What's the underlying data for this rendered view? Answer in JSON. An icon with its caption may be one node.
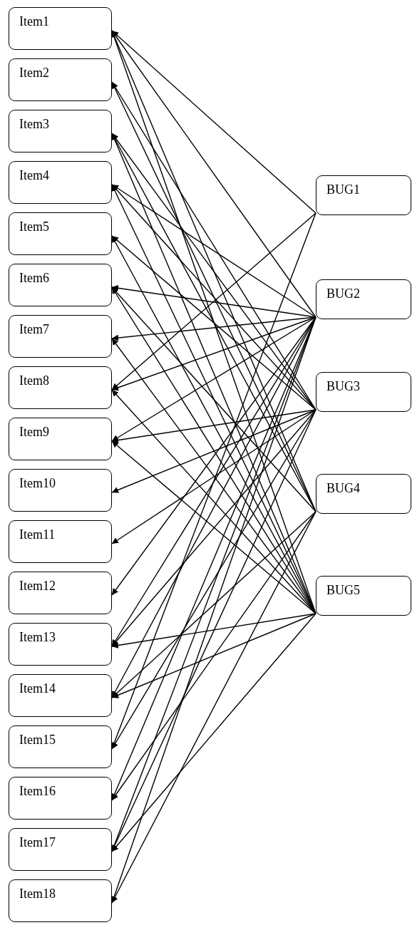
{
  "diagram": {
    "nodes": [
      {
        "text": [
          "Item1"
        ]
      },
      {
        "text": [
          "Item2"
        ]
      },
      {
        "text": [
          "Item3"
        ]
      },
      {
        "text": [
          "Item4"
        ]
      },
      {
        "text": [
          "Item5"
        ]
      },
      {
        "text": [
          "Item6"
        ]
      },
      {
        "text": [
          "Item7"
        ]
      },
      {
        "text": [
          "Item8"
        ]
      },
      {
        "text": [
          "Item9"
        ]
      },
      {
        "text": [
          "Item10"
        ]
      },
      {
        "text": [
          "Item11"
        ]
      },
      {
        "text": [
          "Item12"
        ]
      },
      {
        "text": [
          "Item13"
        ]
      },
      {
        "text": [
          "Item14"
        ]
      },
      {
        "text": [
          "Item15"
        ]
      },
      {
        "text": [
          "Item16"
        ]
      },
      {
        "text": [
          "Item17"
        ]
      },
      {
        "text": [
          "Item18"
        ]
      },
      {
        "text": [
          "BUG1"
        ]
      },
      {
        "text": [
          "BUG2"
        ]
      },
      {
        "text": [
          "BUG3"
        ]
      },
      {
        "text": [
          "BUG4"
        ]
      },
      {
        "text": [
          "BUG5"
        ]
      }
    ],
    "edges": [
      {
        "from": 18,
        "to": 0,
        "arrow": "to"
      },
      {
        "from": 19,
        "to": 0,
        "arrow": "to"
      },
      {
        "from": 21,
        "to": 0,
        "arrow": "to"
      },
      {
        "from": 22,
        "to": 0,
        "arrow": "to"
      },
      {
        "from": 20,
        "to": 1,
        "arrow": "to"
      },
      {
        "from": 21,
        "to": 1,
        "arrow": "to"
      },
      {
        "from": 20,
        "to": 2,
        "arrow": "to"
      },
      {
        "from": 21,
        "to": 2,
        "arrow": "to"
      },
      {
        "from": 22,
        "to": 2,
        "arrow": "to"
      },
      {
        "from": 19,
        "to": 3,
        "arrow": "to"
      },
      {
        "from": 20,
        "to": 3,
        "arrow": "to"
      },
      {
        "from": 22,
        "to": 3,
        "arrow": "to"
      },
      {
        "from": 20,
        "to": 4,
        "arrow": "to"
      },
      {
        "from": 22,
        "to": 4,
        "arrow": "to"
      },
      {
        "from": 19,
        "to": 5,
        "arrow": "to"
      },
      {
        "from": 21,
        "to": 5,
        "arrow": "to"
      },
      {
        "from": 22,
        "to": 5,
        "arrow": "to"
      },
      {
        "from": 19,
        "to": 6,
        "arrow": "to"
      },
      {
        "from": 22,
        "to": 6,
        "arrow": "to"
      },
      {
        "from": 18,
        "to": 7,
        "arrow": "to"
      },
      {
        "from": 19,
        "to": 7,
        "arrow": "to"
      },
      {
        "from": 22,
        "to": 7,
        "arrow": "to"
      },
      {
        "from": 19,
        "to": 8,
        "arrow": "to"
      },
      {
        "from": 20,
        "to": 8,
        "arrow": "to"
      },
      {
        "from": 22,
        "to": 8,
        "arrow": "to"
      },
      {
        "from": 20,
        "to": 9,
        "arrow": "to"
      },
      {
        "from": 20,
        "to": 10,
        "arrow": "to"
      },
      {
        "from": 19,
        "to": 11,
        "arrow": "to"
      },
      {
        "from": 19,
        "to": 12,
        "arrow": "to"
      },
      {
        "from": 20,
        "to": 12,
        "arrow": "to"
      },
      {
        "from": 22,
        "to": 12,
        "arrow": "to"
      },
      {
        "from": 19,
        "to": 13,
        "arrow": "to"
      },
      {
        "from": 21,
        "to": 13,
        "arrow": "to"
      },
      {
        "from": 22,
        "to": 13,
        "arrow": "to"
      },
      {
        "from": 18,
        "to": 14,
        "arrow": "to"
      },
      {
        "from": 20,
        "to": 14,
        "arrow": "to"
      },
      {
        "from": 19,
        "to": 15,
        "arrow": "to"
      },
      {
        "from": 21,
        "to": 15,
        "arrow": "to"
      },
      {
        "from": 19,
        "to": 16,
        "arrow": "to"
      },
      {
        "from": 20,
        "to": 16,
        "arrow": "to"
      },
      {
        "from": 22,
        "to": 16,
        "arrow": "to"
      },
      {
        "from": 19,
        "to": 17,
        "arrow": "to"
      },
      {
        "from": 21,
        "to": 17,
        "arrow": "to"
      }
    ]
  }
}
